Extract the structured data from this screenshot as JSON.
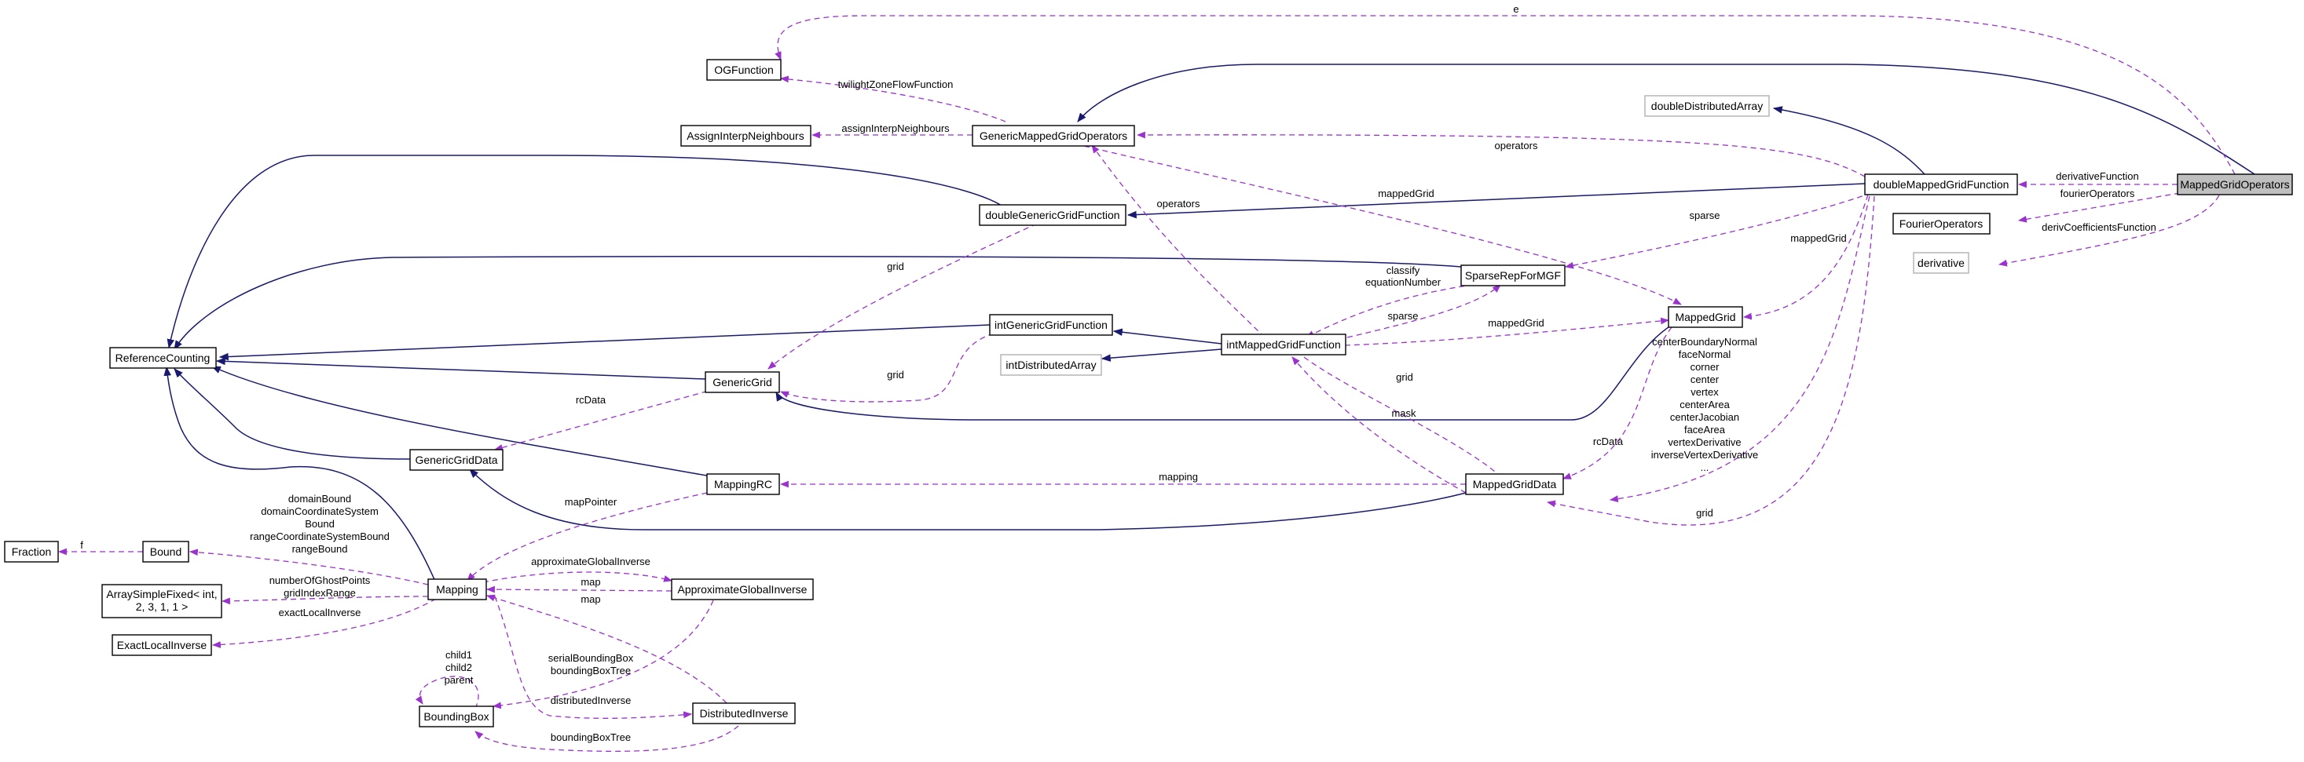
{
  "nodes": {
    "MappedGridOperators": "MappedGridOperators",
    "doubleMappedGridFunction": "doubleMappedGridFunction",
    "doubleDistributedArray": "doubleDistributedArray",
    "FourierOperators": "FourierOperators",
    "derivative": "derivative",
    "OGFunction": "OGFunction",
    "GenericMappedGridOperators": "GenericMappedGridOperators",
    "AssignInterpNeighbours": "AssignInterpNeighbours",
    "doubleGenericGridFunction": "doubleGenericGridFunction",
    "SparseRepForMGF": "SparseRepForMGF",
    "MappedGrid": "MappedGrid",
    "intGenericGridFunction": "intGenericGridFunction",
    "intMappedGridFunction": "intMappedGridFunction",
    "intDistributedArray": "intDistributedArray",
    "ReferenceCounting": "ReferenceCounting",
    "GenericGrid": "GenericGrid",
    "GenericGridData": "GenericGridData",
    "MappingRC": "MappingRC",
    "MappedGridData": "MappedGridData",
    "Fraction": "Fraction",
    "Bound": "Bound",
    "Mapping": "Mapping",
    "ApproximateGlobalInverse": "ApproximateGlobalInverse",
    "ArraySimpleFixed_line1": "ArraySimpleFixed< int,",
    "ArraySimpleFixed_line2": "2, 3, 1, 1 >",
    "ExactLocalInverse": "ExactLocalInverse",
    "BoundingBox": "BoundingBox",
    "DistributedInverse": "DistributedInverse"
  },
  "edge_labels": {
    "e": "e",
    "twilightZoneFlowFunction": "twilightZoneFlowFunction",
    "assignInterpNeighbours": "assignInterpNeighbours",
    "operators_top": "operators",
    "derivativeFunction": "derivativeFunction",
    "fourierOperators": "fourierOperators",
    "derivCoefficientsFunction": "derivCoefficientsFunction",
    "operators_mid": "operators",
    "mappedGrid_top": "mappedGrid",
    "sparse_top": "sparse",
    "grid_top": "grid",
    "classify": "classify",
    "equationNumber": "equationNumber",
    "mappedGrid_right": "mappedGrid",
    "sparse_mid": "sparse",
    "mappedGrid_mid": "mappedGrid",
    "grid_left": "grid",
    "grid_mid": "grid",
    "rcData_left": "rcData",
    "mask": "mask",
    "rcData_right": "rcData",
    "mappedgrid_data_list": [
      "centerBoundaryNormal",
      "faceNormal",
      "corner",
      "center",
      "vertex",
      "centerArea",
      "centerJacobian",
      "faceArea",
      "vertexDerivative",
      "inverseVertexDerivative",
      "..."
    ],
    "grid_bottom": "grid",
    "mapping": "mapping",
    "mapPointer": "mapPointer",
    "bound_list": [
      "domainBound",
      "domainCoordinateSystem",
      "Bound",
      "rangeCoordinateSystemBound",
      "rangeBound"
    ],
    "f": "f",
    "approximateGlobalInverse": "approximateGlobalInverse",
    "map_1": "map",
    "map_2": "map",
    "numberOfGhostPoints": "numberOfGhostPoints",
    "gridIndexRange": "gridIndexRange",
    "exactLocalInverse": "exactLocalInverse",
    "child_list": [
      "child1",
      "child2",
      "parent"
    ],
    "serialBoundingBox": "serialBoundingBox",
    "boundingBoxTree_mid": "boundingBoxTree",
    "distributedInverse": "distributedInverse",
    "boundingBoxTree_bottom": "boundingBoxTree"
  },
  "colors": {
    "dependency_edge": "#9a32cd",
    "inheritance_edge": "#191970",
    "highlight_node": "#bfbfbf",
    "gray_border": "#b0b0b0"
  }
}
